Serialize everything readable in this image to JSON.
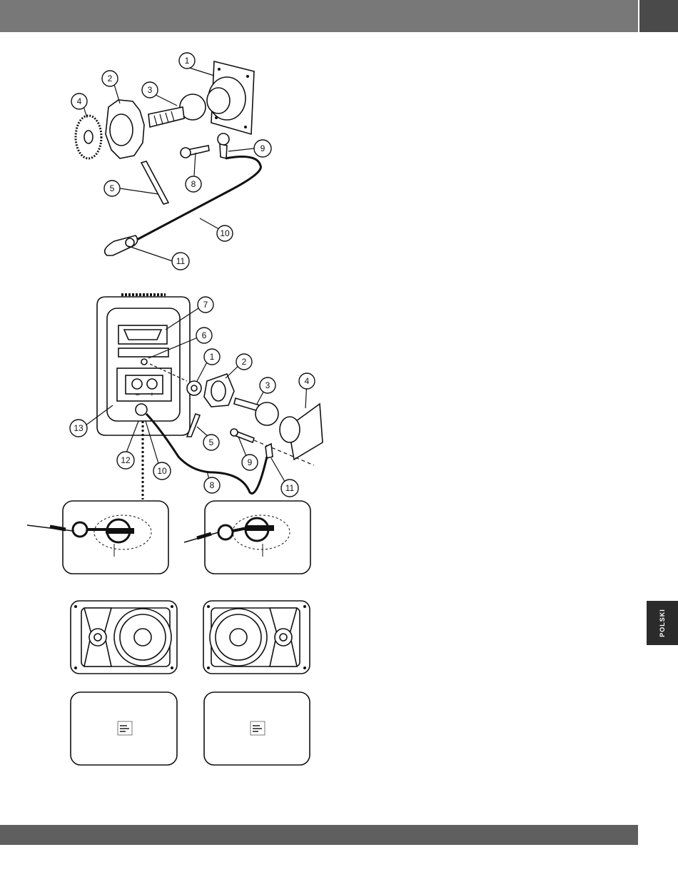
{
  "header": {
    "bar_color": "#787878",
    "end_block_color": "#4a4a4a"
  },
  "footer": {
    "bar_color": "#5f5f5f"
  },
  "side_tab": {
    "label": "POLSKI",
    "color": "#2b2b2b"
  },
  "diagram_top": {
    "callouts": [
      "1",
      "2",
      "3",
      "4",
      "5",
      "8",
      "9",
      "10",
      "11"
    ]
  },
  "diagram_bottom": {
    "callouts": [
      "1",
      "2",
      "3",
      "4",
      "5",
      "6",
      "7",
      "8",
      "9",
      "10",
      "11",
      "12",
      "13"
    ]
  },
  "speaker_back_labels": {
    "minus": "–",
    "plus": "+"
  }
}
